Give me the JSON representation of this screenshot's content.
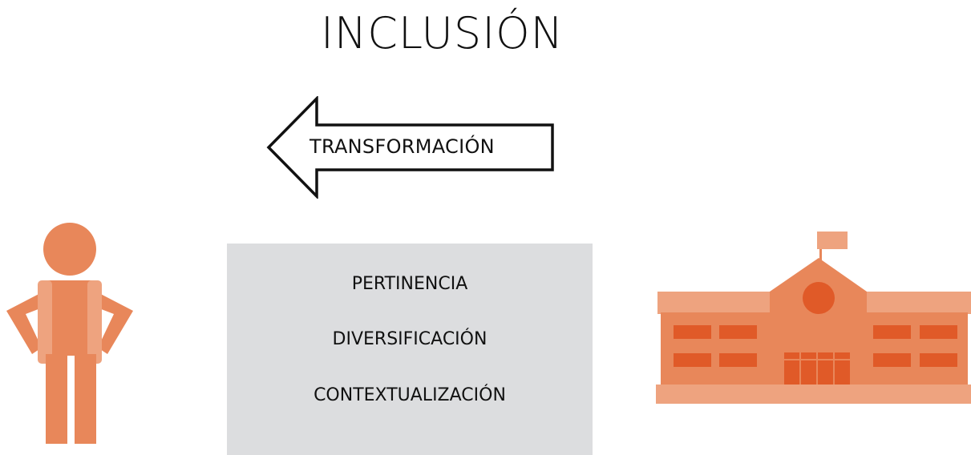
{
  "title": "INCLUSIÓN",
  "arrow": {
    "label": "TRANSFORMACIÓN",
    "direction": "left"
  },
  "concepts": [
    "PERTINENCIA",
    "DIVERSIFICACIÓN",
    "CONTEXTUALIZACIÓN"
  ],
  "colors": {
    "accent": "#e8875a",
    "accent_light": "#eea37f",
    "accent_dark": "#e05a28",
    "panel": "#dcdddf",
    "text": "#111111"
  },
  "icons": {
    "left": "student-icon",
    "right": "school-building-icon"
  }
}
